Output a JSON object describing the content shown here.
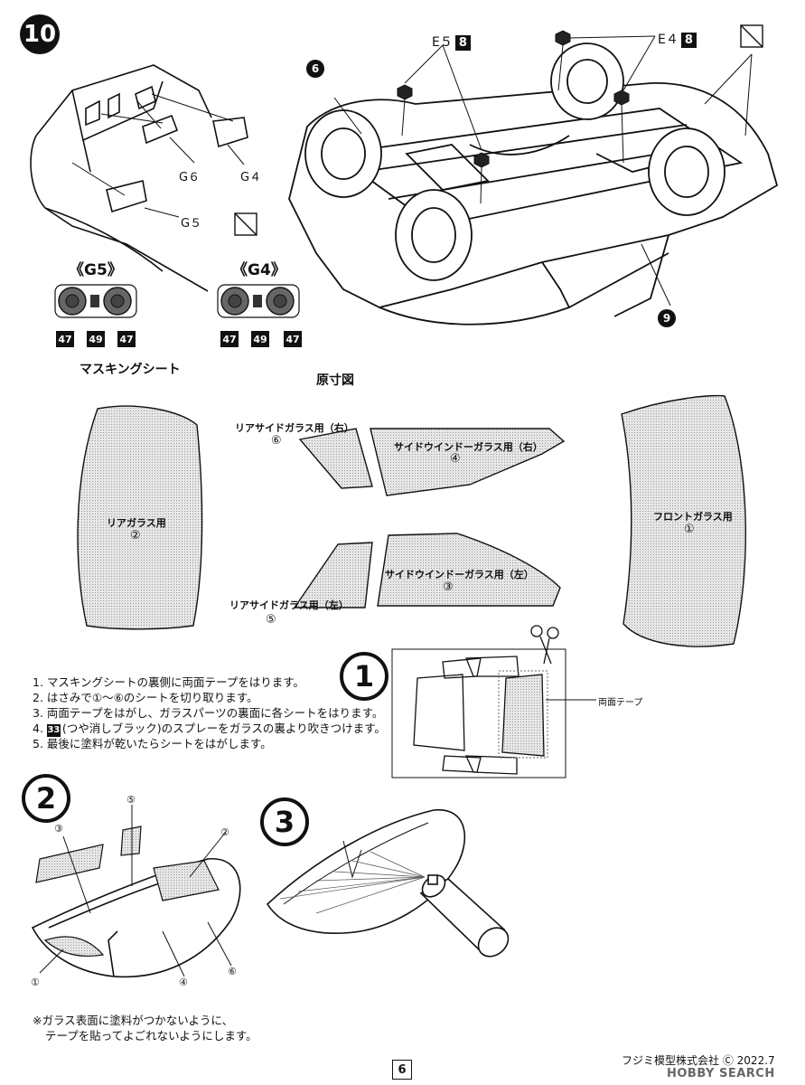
{
  "step": {
    "number": "10"
  },
  "parts": {
    "e5": "E５",
    "e5_num": "8",
    "e4": "E４",
    "e4_num": "8",
    "g6": "G６",
    "g4": "G４",
    "g5": "G５",
    "callout_6": "6",
    "callout_9": "9"
  },
  "lights": {
    "g5_title": "《G5》",
    "g4_title": "《G4》",
    "g5_colors": [
      "47",
      "49",
      "47"
    ],
    "g4_colors": [
      "47",
      "49",
      "47"
    ]
  },
  "masking": {
    "section_title": "マスキングシート",
    "actual_size": "原寸図",
    "rear_glass": "リアガラス用",
    "rear_glass_num": "②",
    "front_glass": "フロントガラス用",
    "front_glass_num": "①",
    "rear_side_right": "リアサイドガラス用（右）",
    "rear_side_right_num": "⑥",
    "side_window_right": "サイドウインドーガラス用（右）",
    "side_window_right_num": "④",
    "rear_side_left": "リアサイドガラス用（左）",
    "rear_side_left_num": "⑤",
    "side_window_left": "サイドウインドーガラス用（左）",
    "side_window_left_num": "③"
  },
  "instructions": {
    "line1": "1. マスキングシートの裏側に両面テープをはります。",
    "line2": "2. はさみで①～⑥のシートを切り取ります。",
    "line3": "3. 両面テープをはがし、ガラスパーツの裏面に各シートをはります。",
    "line4_chip": "33",
    "line4": "4. (つや消しブラック)のスプレーをガラスの裏より吹きつけます。",
    "line5": "5. 最後に塗料が乾いたらシートをはがします。"
  },
  "sub_steps": {
    "s1": "1",
    "s2": "2",
    "s3": "3",
    "tape_label": "両面テープ",
    "s2_labels": [
      "①",
      "②",
      "③",
      "④",
      "⑤",
      "⑥"
    ]
  },
  "footer_note": {
    "line1": "※ガラス表面に塗料がつかないように、",
    "line2": "テープを貼ってよごれないようにします。"
  },
  "footer": {
    "page": "6",
    "company": "フジミ模型株式会社",
    "copyright": "Ⓒ 2022.7",
    "watermark": "HOBBY SEARCH"
  }
}
